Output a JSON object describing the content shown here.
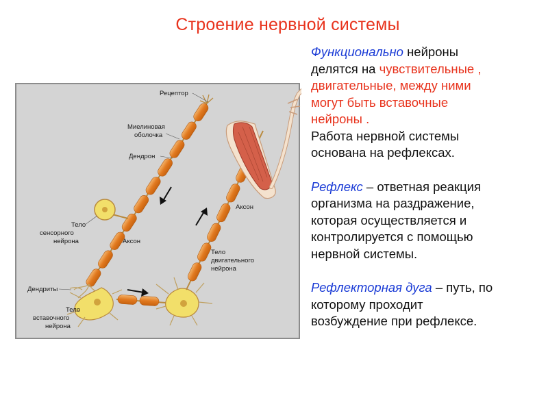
{
  "title": "Строение нервной системы",
  "figure": {
    "labels": {
      "receptor": "Рецептор",
      "myelin_1": "Миелиновая",
      "myelin_2": "оболочка",
      "dendron": "Дендрон",
      "axon_sensory": "Аксон",
      "axon_motor": "Аксон",
      "sensory_body_1": "Тело",
      "sensory_body_2": "сенсорного",
      "sensory_body_3": "нейрона",
      "motor_body_1": "Тело",
      "motor_body_2": "двигательного",
      "motor_body_3": "нейрона",
      "dendrites": "Дендриты",
      "inter_body_1": "Тело",
      "inter_body_2": "вставочного",
      "inter_body_3": "нейрона"
    }
  },
  "text": {
    "p1": {
      "functionally": "Функционально",
      "neurons": "нейроны",
      "divided": "делятся на",
      "sensory": "чувствительные ,",
      "motor_between": "двигательные, между ними",
      "can_be": "могут быть вставочные",
      "neurons_end": "нейроны ."
    },
    "p2": {
      "line1": "Работа нервной системы",
      "line2": "основана на рефлексах."
    },
    "p3": {
      "term": "Рефлекс",
      "line1": "– ответная реакция",
      "line2": "организма на раздражение,",
      "line3": "которая осуществляется и",
      "line4": "контролируется с помощью",
      "line5": "нервной системы."
    },
    "p4": {
      "term": "Рефлекторная дуга",
      "line1": "– путь, по",
      "line2": "которому проходит",
      "line3": "возбуждение при рефлексе."
    }
  }
}
